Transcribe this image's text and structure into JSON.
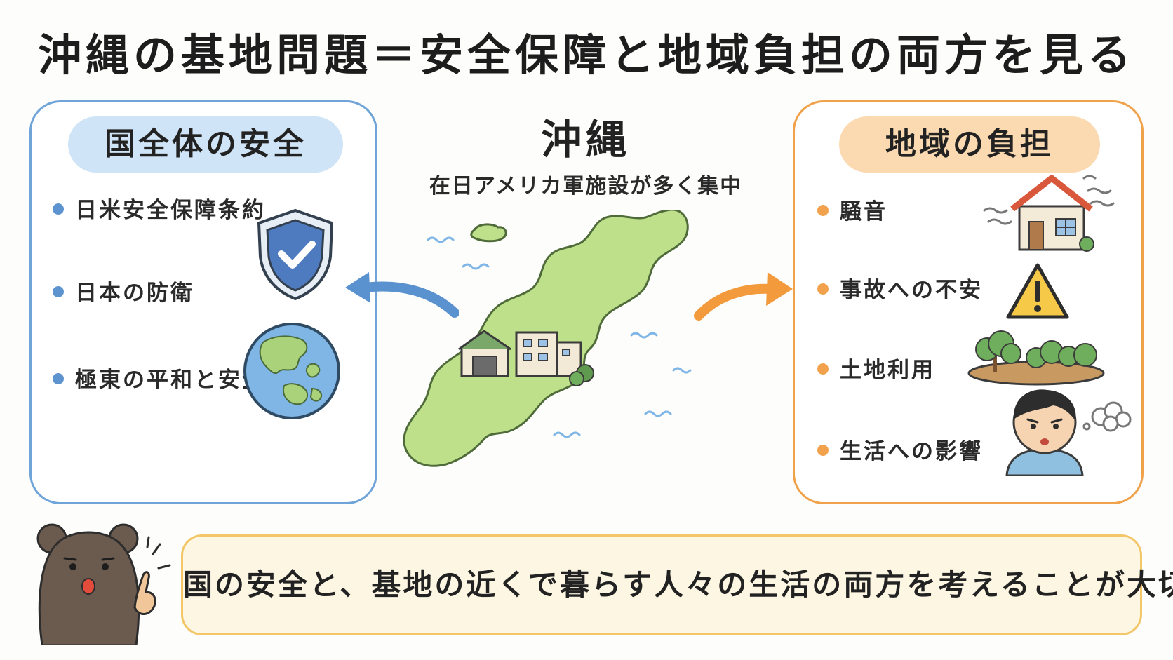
{
  "title": "沖縄の基地問題＝安全保障と地域負担の両方を見る",
  "center": {
    "heading": "沖縄",
    "subheading": "在日アメリカ軍施設が多く集中"
  },
  "left_panel": {
    "heading": "国全体の安全",
    "items": [
      {
        "label": "日米安全保障条約",
        "icon": "shield-check-icon"
      },
      {
        "label": "日本の防衛",
        "icon": "shield-check-icon"
      },
      {
        "label": "極東の平和と安全",
        "icon": "globe-icon"
      }
    ]
  },
  "right_panel": {
    "heading": "地域の負担",
    "items": [
      {
        "label": "騒音",
        "icon": "noisy-house-icon"
      },
      {
        "label": "事故への不安",
        "icon": "warning-icon"
      },
      {
        "label": "土地利用",
        "icon": "trees-land-icon"
      },
      {
        "label": "生活への影響",
        "icon": "worried-person-icon"
      }
    ]
  },
  "message": "国の安全と、基地の近くで暮らす人々の生活の両方を考えることが大切",
  "colors": {
    "left_accent": "#6fa4d9",
    "right_accent": "#f0a24a",
    "island": "#bfe08a",
    "message_bg": "#fdf6e3"
  }
}
